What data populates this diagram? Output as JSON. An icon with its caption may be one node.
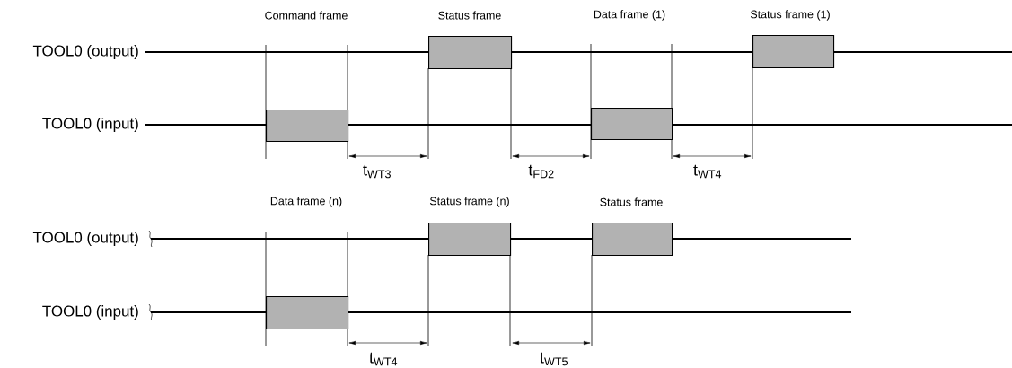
{
  "diagram": {
    "nodes": [
      {
        "text": [],
        "shape": "box"
      },
      {
        "text": [],
        "shape": "box"
      },
      {
        "text": [],
        "shape": "box"
      },
      {
        "text": [],
        "shape": "box"
      },
      {
        "text": [],
        "shape": "box"
      },
      {
        "text": [],
        "shape": "box"
      },
      {
        "text": [],
        "shape": "box"
      }
    ],
    "labels": [
      "Command frame",
      "Status frame",
      "Data frame (1)",
      "Status frame (1)",
      "TOOL0 (output)",
      "TOOL0 (input)",
      "t$_{WT3}$",
      "t$_{FD2}$",
      "t$_{WT4}$",
      "Data frame (n)",
      "Status frame (n)",
      "Status frame",
      "TOOL0 (output)",
      "TOOL0 (input)",
      "t$_{WT4}$",
      "t$_{WT5}$"
    ]
  }
}
